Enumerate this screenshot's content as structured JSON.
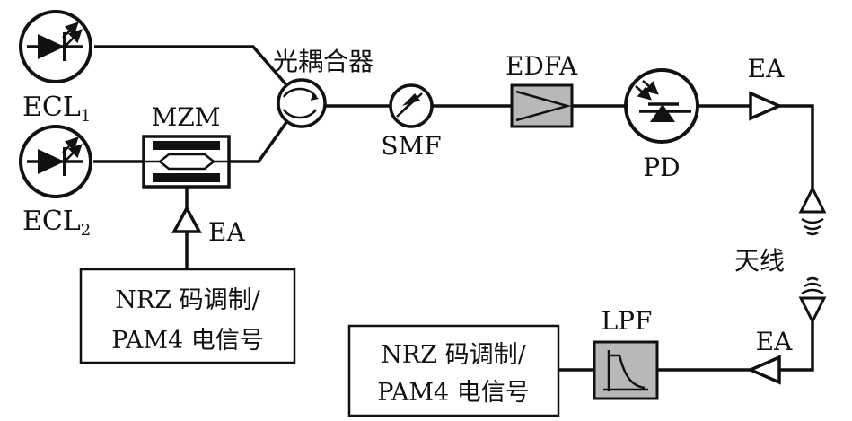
{
  "labels": {
    "ecl1_base": "ECL",
    "ecl1_sub": "1",
    "ecl2_base": "ECL",
    "ecl2_sub": "2",
    "mzm": "MZM",
    "coupler": "光耦合器",
    "smf": "SMF",
    "edfa": "EDFA",
    "pd": "PD",
    "ea_top": "EA",
    "ea_mod": "EA",
    "antenna": "天线",
    "ea_bottom": "EA",
    "lpf": "LPF"
  },
  "signal_source": {
    "line1": "NRZ 码调制/",
    "line2": "PAM4 电信号"
  },
  "signal_output": {
    "line1": "NRZ 码调制/",
    "line2": "PAM4 电信号"
  },
  "colors": {
    "line": "#111111",
    "component_fill": "#b8b8b8",
    "background": "#ffffff"
  },
  "icons": {
    "laser": "laser-diode-icon",
    "coupler": "coupler-icon",
    "fiber": "fiber-spool-icon",
    "amplifier": "amplifier-icon",
    "photodiode": "photodiode-icon",
    "antenna": "antenna-icon",
    "filter": "lowpass-filter-icon"
  }
}
